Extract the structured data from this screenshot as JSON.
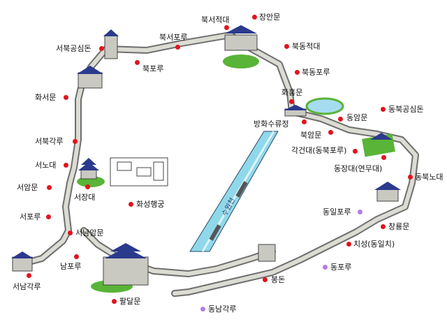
{
  "map": {
    "stream_label": "수원천",
    "colors": {
      "wall": "#c9c9c2",
      "roof": "#2b3a8c",
      "water": "#8fd8ea",
      "grass": "#59b437",
      "marker_red": "#e0141e",
      "marker_purple": "#b67be0"
    },
    "labels": {
      "bukseojeokdae": "북서적대",
      "jangahnmun": "장안문",
      "bukseoporu": "북서포루",
      "seobukgongsimdon": "서북공심돈",
      "bukdongjeokdae": "북동적대",
      "bukporu": "북포루",
      "bukdongporu": "북동포루",
      "hwaseomun": "화서문",
      "hwahongmun": "화홍문",
      "banghwasuryujeong": "방화수류정",
      "dongammun": "동암문",
      "dongbukgongsimdon": "동북공심돈",
      "bugammun": "북암문",
      "seobukgakru": "서북각루",
      "gakgeondae": "각건대(동북포루)",
      "seonodae": "서노대",
      "dongjangdae": "동장대(연무대)",
      "seoammun": "서암문",
      "seojangdae": "서장대",
      "dongbuknodae": "동북노대",
      "hwaseonghaenggung": "화성행궁",
      "seoporu": "서포루",
      "dongilporu": "동일포루",
      "seonamammun": "서남암문",
      "changryongmun": "창룡문",
      "chiseong": "치성(동일치)",
      "namporu": "남포루",
      "seonamgakru": "서남각루",
      "dongporu": "동포루",
      "bongdon": "봉돈",
      "paldalmun": "팔달문",
      "dongnamgakru": "동남각루"
    }
  }
}
